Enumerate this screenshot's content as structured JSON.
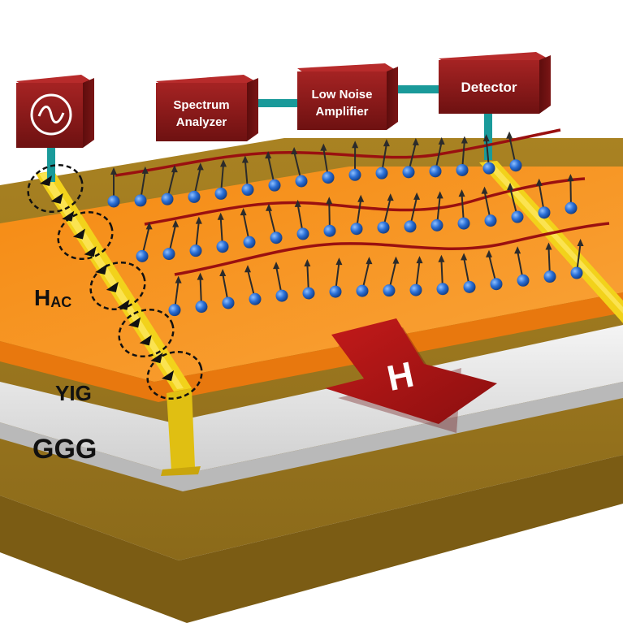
{
  "boxes": {
    "source": {
      "icon": "sine-wave-icon"
    },
    "spectrum_analyzer": {
      "line1": "Spectrum",
      "line2": "Analyzer"
    },
    "low_noise_amplifier": {
      "line1": "Low Noise",
      "line2": "Amplifier"
    },
    "detector": {
      "label": "Detector"
    }
  },
  "layers": {
    "yig": "YIG",
    "ggg": "GGG"
  },
  "field_labels": {
    "hac_main": "H",
    "hac_sub": "AC",
    "h": "H"
  },
  "colors": {
    "box_red": "#8b1a1a",
    "yig_orange": "#f7941d",
    "substrate_gold": "#b08a2a",
    "ggg_white": "#e6e6e6",
    "connector_teal": "#1a9a9a",
    "spin_blue": "#2a6fd6",
    "wave_red": "#9a1010",
    "antenna_yellow": "#f2d21b"
  }
}
